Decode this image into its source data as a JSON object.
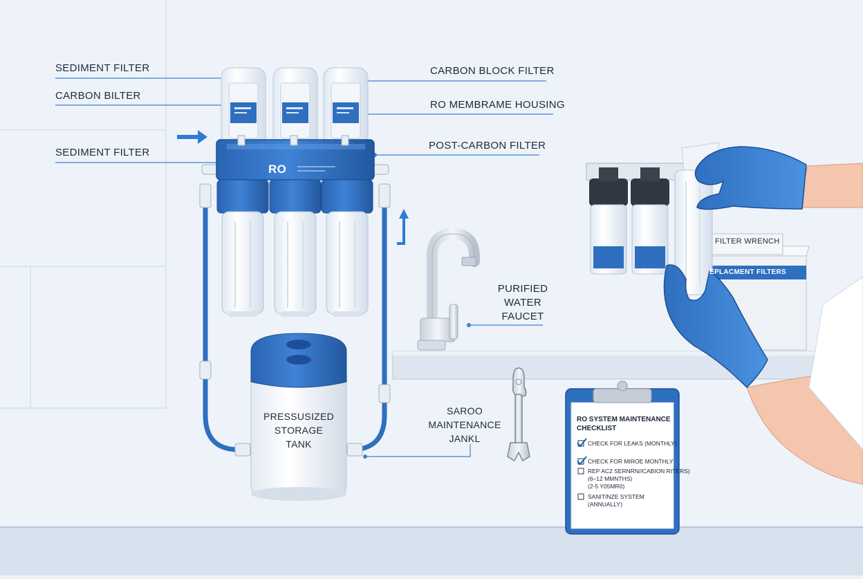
{
  "labels": {
    "sediment_filter_top": "SEDIMENT FILTER",
    "carbon_bilter": "CARBON BILTER",
    "sediment_filter_bottom": "SEDIMENT FILTER",
    "carbon_block_filter": "CARBON BLOCK FILTER",
    "ro_membrame_housing": "RO MEMBRAME HOUSING",
    "post_carbon_filter": "POST-CARBON FILTER",
    "purified_water_faucet": [
      "PURIFIED",
      "WATER",
      "FAUCET"
    ],
    "storage_tank": [
      "PRESSUSIZED",
      "STORAGE",
      "TANK"
    ],
    "maintenance": [
      "SAROO",
      "MAINTENANCE",
      "JANKL"
    ],
    "filter_wrench": "FILTER WRENCH",
    "replacement_filters": "EPLACMENT FILTERS",
    "manifold_badge": "RO"
  },
  "checklist": {
    "title": [
      "RO SYSTEM MAINTENANCE",
      "CHECKLIST"
    ],
    "items": [
      {
        "lines": [
          "CHECK FOR LEAKS (MONTHLY)"
        ],
        "checked": true
      },
      {
        "lines": [
          "CHECK FOR MIROE MONTHLY"
        ],
        "checked": true
      },
      {
        "lines": [
          "REP AC2 SERNRN//CABION RITERS)",
          "(6–12 MMNTHS)",
          "(2-5 Y05MR0)"
        ],
        "checked": false
      },
      {
        "lines": [
          "SANITINZE SYSTEM",
          "(ANNUALLY)"
        ],
        "checked": false
      }
    ]
  },
  "colors": {
    "wall": "#eef3f9",
    "accent_blue": "#2f6fc0",
    "dark_blue": "#1e4f96",
    "glove": "#3a80d0",
    "skin": "#f4c6ad",
    "label_text": "#1f2a3a",
    "leader_line": "#3b82d6"
  },
  "icons": [
    "inlet-arrow-icon",
    "flow-up-arrow-icon",
    "check-icon",
    "wrench-icon"
  ]
}
